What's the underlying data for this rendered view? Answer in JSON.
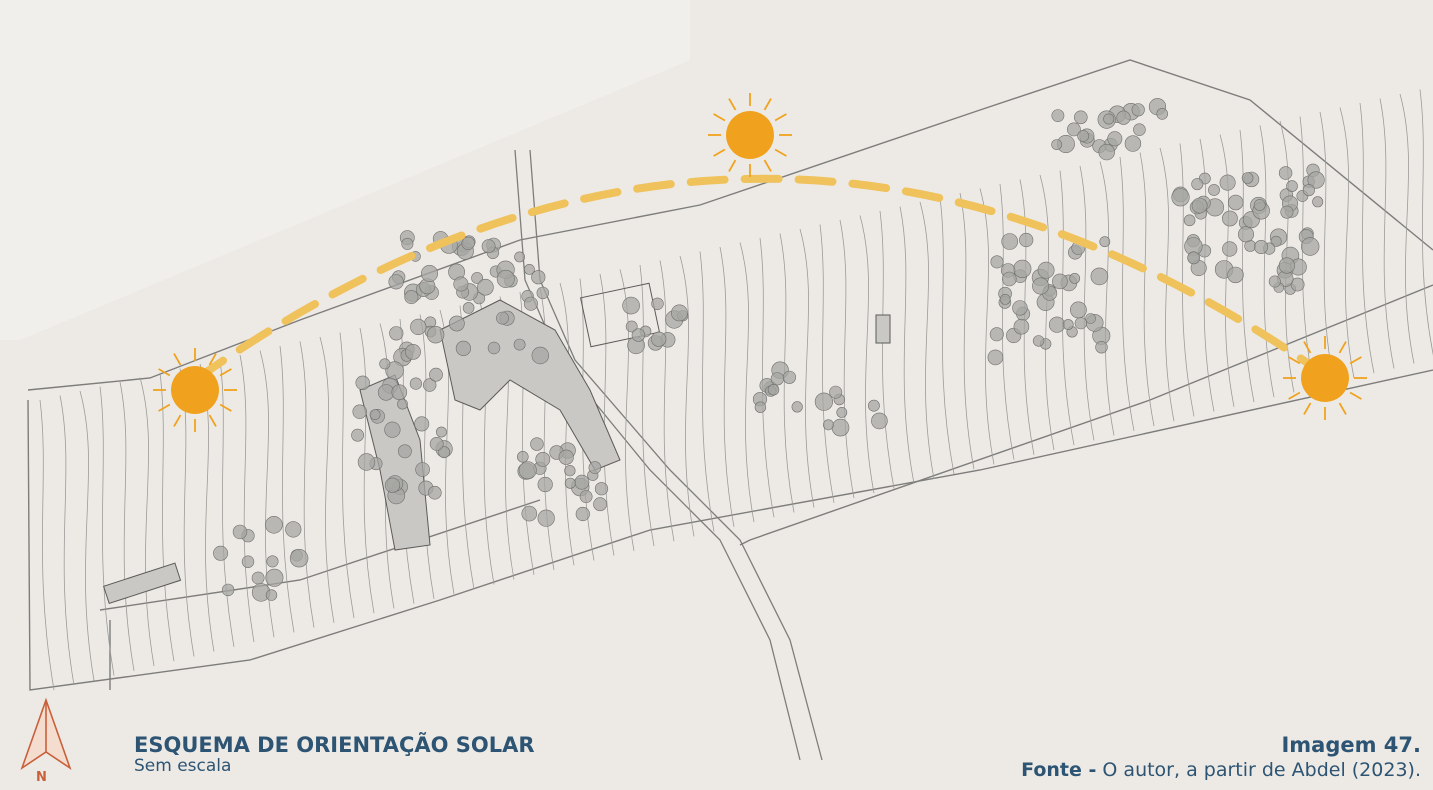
{
  "figure": {
    "title": "ESQUEMA DE ORIENTAÇÃO SOLAR",
    "scale_note": "Sem escala",
    "label": "Imagem 47.",
    "source_prefix": "Fonte -",
    "source_text": " O autor, a partir de Abdel (2023).",
    "north_letter": "N"
  },
  "colors": {
    "background": "#edeae6",
    "sun": "#f0a21e",
    "sun_path": "#efc25c",
    "text": "#2d5473",
    "north_arrow": "#c8603a",
    "plan_lines": "#8a8a88",
    "trees": "#9a9a98"
  },
  "legend": {
    "suns": [
      "sunrise-sun",
      "zenith-sun",
      "sunset-sun"
    ]
  }
}
